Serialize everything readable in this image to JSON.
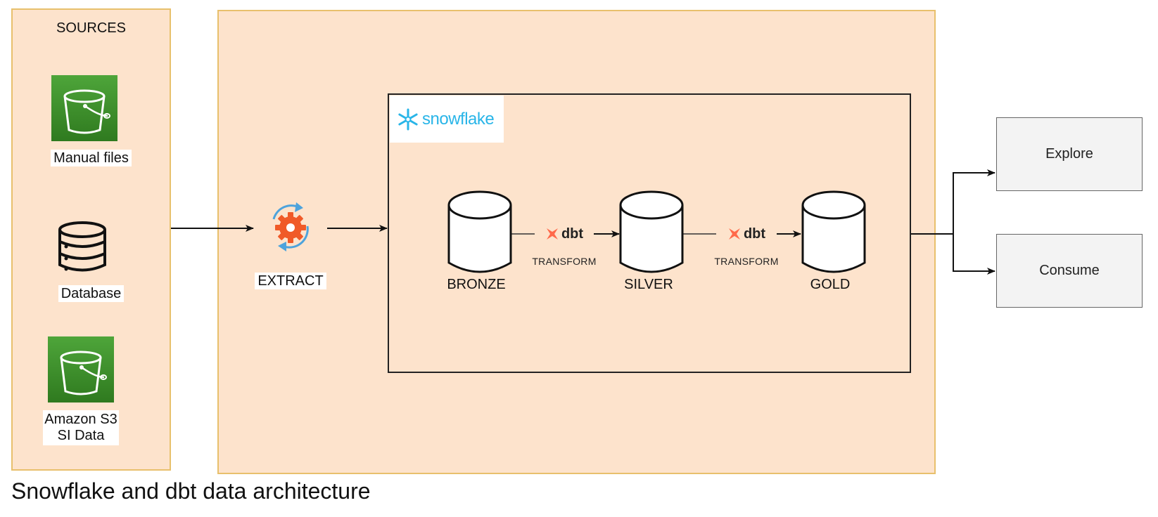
{
  "sources": {
    "title": "SOURCES",
    "items": [
      {
        "label": "Manual files",
        "icon": "s3-bucket-icon"
      },
      {
        "label": "Database",
        "icon": "database-icon"
      },
      {
        "label_line1": "Amazon S3",
        "label_line2": "SI Data",
        "icon": "s3-bucket-icon"
      }
    ]
  },
  "extract": {
    "label": "EXTRACT",
    "icon": "gear-cycle-icon"
  },
  "snowflake": {
    "logo_text": "snowflake"
  },
  "layers": {
    "bronze": "BRONZE",
    "silver": "SILVER",
    "gold": "GOLD"
  },
  "transforms": [
    {
      "tool": "dbt",
      "label": "TRANSFORM"
    },
    {
      "tool": "dbt",
      "label": "TRANSFORM"
    }
  ],
  "outputs": {
    "explore": "Explore",
    "consume": "Consume"
  },
  "caption": "Snowflake and dbt data architecture",
  "colors": {
    "panel_fill": "#fde3cc",
    "panel_border": "#e8c06c",
    "s3_green": "#3f8d2b",
    "gear_orange": "#f05a28",
    "cycle_blue": "#4da3dc",
    "snowflake_blue": "#29b5e8",
    "dbt_orange": "#ff694a"
  }
}
